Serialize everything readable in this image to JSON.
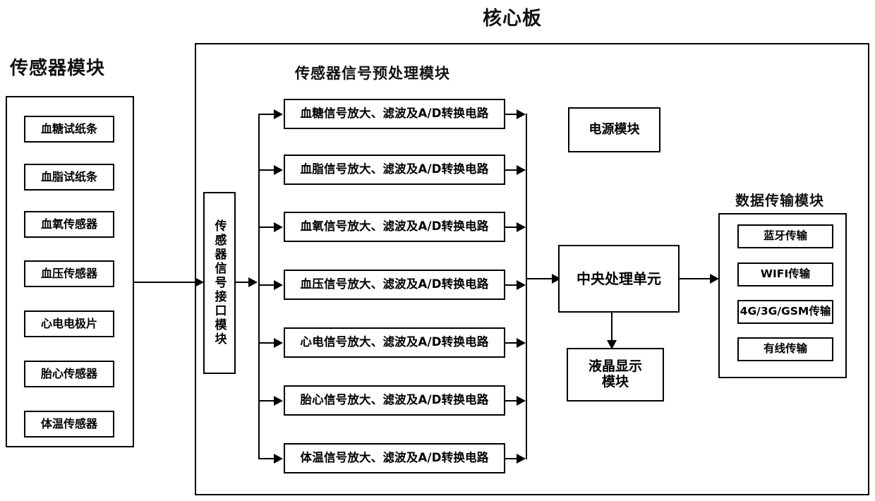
{
  "diagram": {
    "core_board_title": "核心板",
    "sensor_module_title": "传感器模块",
    "preprocess_title": "传感器信号预处理模块",
    "transmission_title": "数据传输模块",
    "interface_module_label": "传感器信号接口模块",
    "power_module_label": "电源模块",
    "cpu_label": "中央处理单元",
    "display_label_line1": "液晶显示",
    "display_label_line2": "模块"
  },
  "sensors": [
    {
      "label": "血糖试纸条"
    },
    {
      "label": "血脂试纸条"
    },
    {
      "label": "血氧传感器"
    },
    {
      "label": "血压传感器"
    },
    {
      "label": "心电电极片"
    },
    {
      "label": "胎心传感器"
    },
    {
      "label": "体温传感器"
    }
  ],
  "preprocess": [
    {
      "label": "血糖信号放大、滤波及A/D转换电路"
    },
    {
      "label": "血脂信号放大、滤波及A/D转换电路"
    },
    {
      "label": "血氧信号放大、滤波及A/D转换电路"
    },
    {
      "label": "血压信号放大、滤波及A/D转换电路"
    },
    {
      "label": "心电信号放大、滤波及A/D转换电路"
    },
    {
      "label": "胎心信号放大、滤波及A/D转换电路"
    },
    {
      "label": "体温信号放大、滤波及A/D转换电路"
    }
  ],
  "transmission": [
    {
      "label": "蓝牙传输"
    },
    {
      "label": "WIFI传输"
    },
    {
      "label": "4G/3G/GSM传输"
    },
    {
      "label": "有线传输"
    }
  ],
  "colors": {
    "stroke": "#000000",
    "background": "#ffffff"
  }
}
